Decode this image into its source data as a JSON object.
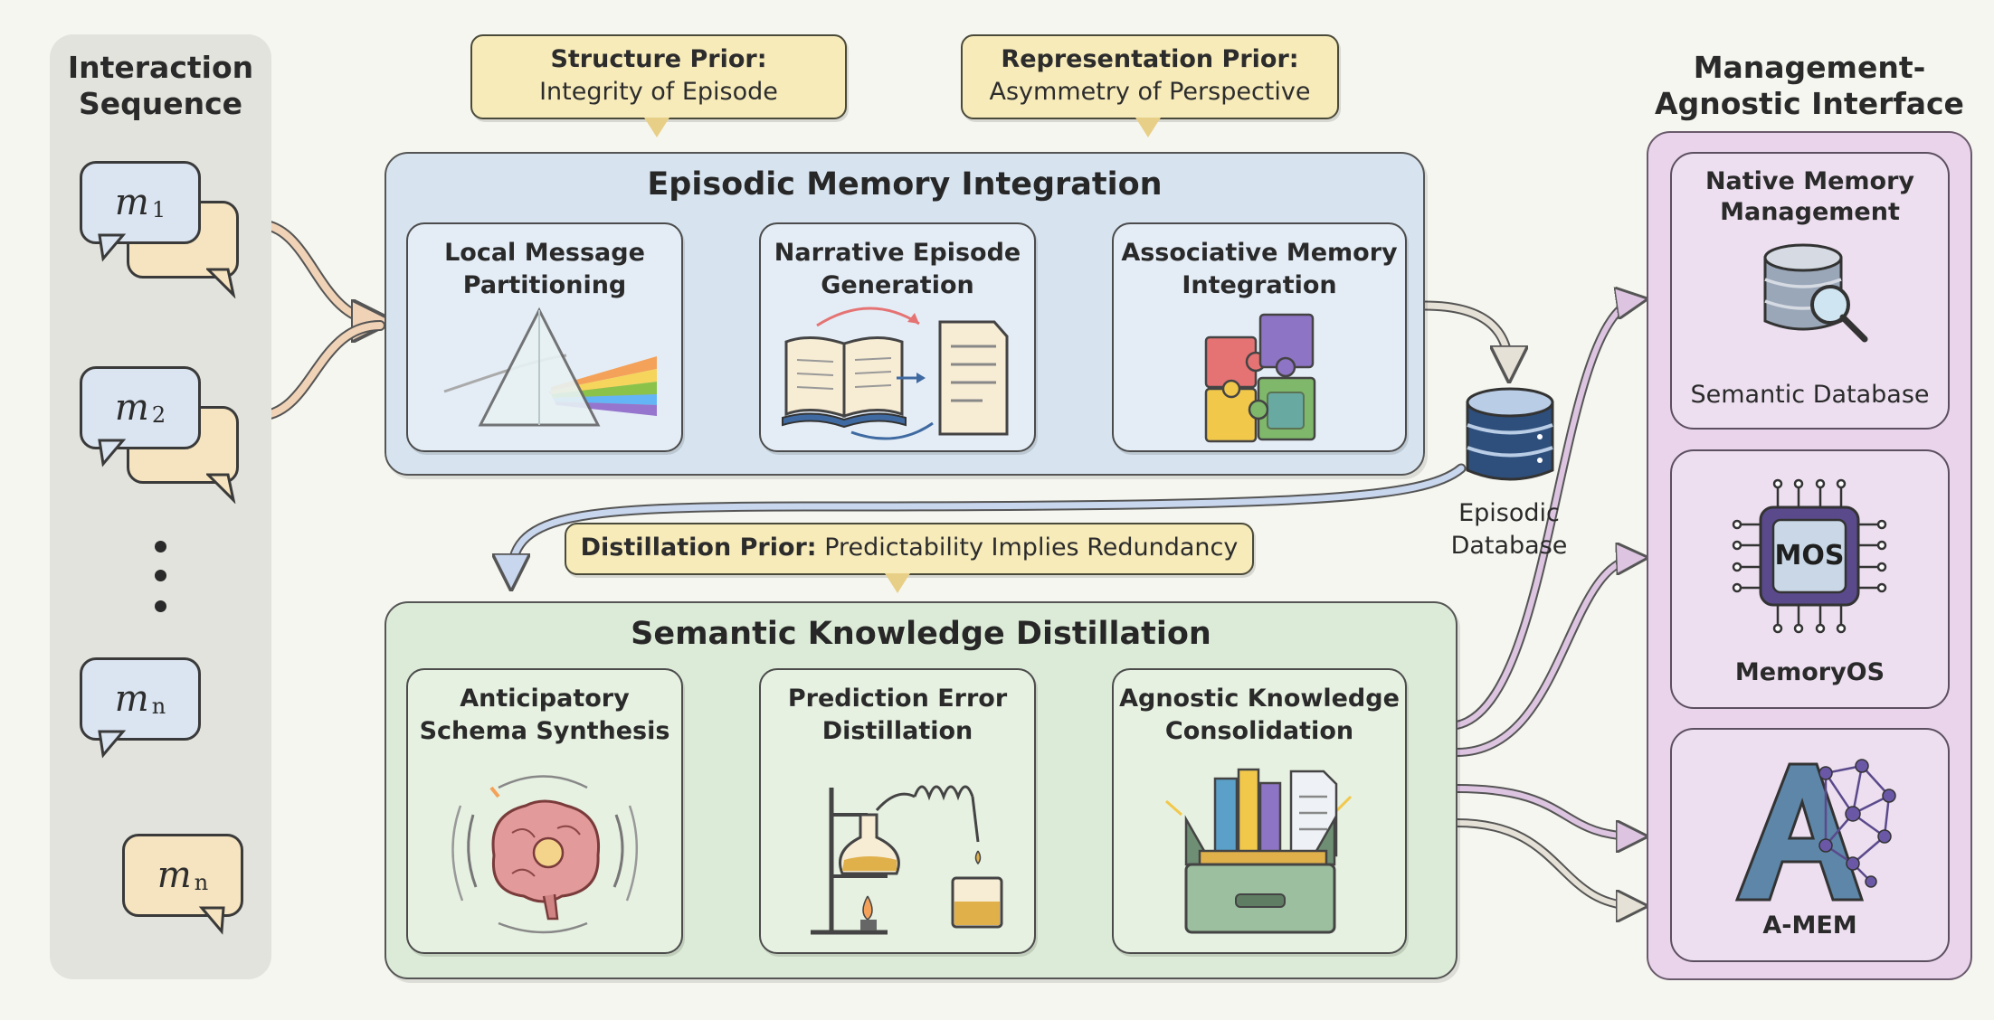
{
  "interaction_sequence": {
    "title": "Interaction Sequence",
    "messages": [
      {
        "symbol": "m",
        "subscript": "1"
      },
      {
        "symbol": "m",
        "subscript": "2"
      },
      {
        "symbol": "m",
        "subscript": "n"
      },
      {
        "symbol": "m",
        "subscript": "n"
      }
    ]
  },
  "priors": {
    "structure": {
      "title": "Structure Prior:",
      "text": "Integrity of Episode"
    },
    "representation": {
      "title": "Representation Prior:",
      "text": "Asymmetry of Perspective"
    },
    "distillation": {
      "title": "Distillation Prior:",
      "text": "Predictability Implies Redundancy"
    }
  },
  "episodic": {
    "title": "Episodic Memory Integration",
    "cards": [
      {
        "title": "Local Message Partitioning",
        "icon": "prism-icon"
      },
      {
        "title": "Narrative Episode Generation",
        "icon": "book-to-document-icon"
      },
      {
        "title": "Associative Memory Integration",
        "icon": "puzzle-icon"
      }
    ]
  },
  "episodic_database": {
    "label": "Episodic Database",
    "icon": "database-icon"
  },
  "semantic": {
    "title": "Semantic Knowledge Distillation",
    "cards": [
      {
        "title": "Anticipatory Schema Synthesis",
        "icon": "brain-icon"
      },
      {
        "title": "Prediction Error Distillation",
        "icon": "distillation-flask-icon"
      },
      {
        "title": "Agnostic Knowledge Consolidation",
        "icon": "file-drawer-icon"
      }
    ]
  },
  "interface": {
    "title": "Management-Agnostic Interface",
    "cards": [
      {
        "title": "Native Memory Management",
        "caption": "Semantic Database",
        "icon": "database-search-icon"
      },
      {
        "title": "MemoryOS",
        "chip_text": "MOS",
        "icon": "chip-icon"
      },
      {
        "title": "A-MEM",
        "icon": "network-letter-a-icon"
      }
    ]
  },
  "colors": {
    "episodic_panel": "#d7e4f0",
    "semantic_panel": "#dcebd7",
    "interface_panel": "#e9d4ec",
    "prior_box": "#f7ebba",
    "sequence_panel": "#e2e3dd"
  }
}
